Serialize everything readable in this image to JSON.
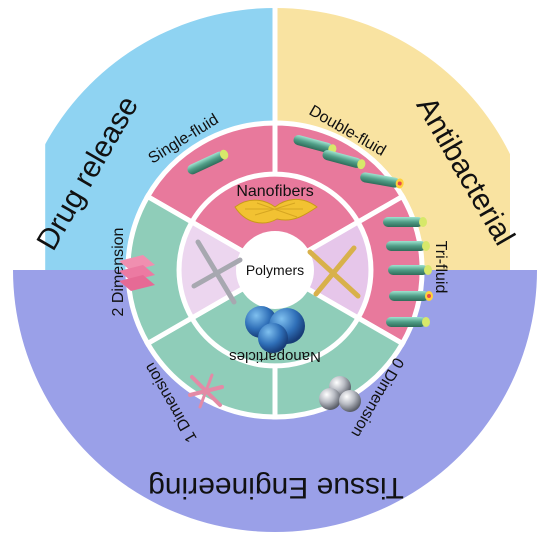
{
  "center": {
    "label": "Polymers"
  },
  "outer": {
    "drug_release": "Drug release",
    "antibacterial": "Antibacterial",
    "tissue_engineering": "Tissue Engineering"
  },
  "middle": {
    "nanofibers": "Nanofibers",
    "nanoparticles": "Nanoparticles"
  },
  "ring": {
    "single_fluid": "Single-fluid",
    "double_fluid": "Double-fluid",
    "tri_fluid": "Tri-fluid",
    "zero_dimension": "0 Dimension",
    "one_dimension": "1 Dimension",
    "two_dimension": "2 Dimension"
  },
  "colors": {
    "blue": "#8fd3f2",
    "yellow": "#f9e3a1",
    "purple": "#9aa0e8",
    "pink": "#e8799c",
    "teal": "#8fcdb9",
    "lavender": "#ecd6ef",
    "lavender_b": "#e6c6ea"
  },
  "icons": [
    "fiber-icon",
    "nanofiber-mat-icon",
    "nanoparticle-cluster-icon",
    "sphere-cluster-icon",
    "cross-fiber-icon",
    "layered-sheet-icon"
  ]
}
